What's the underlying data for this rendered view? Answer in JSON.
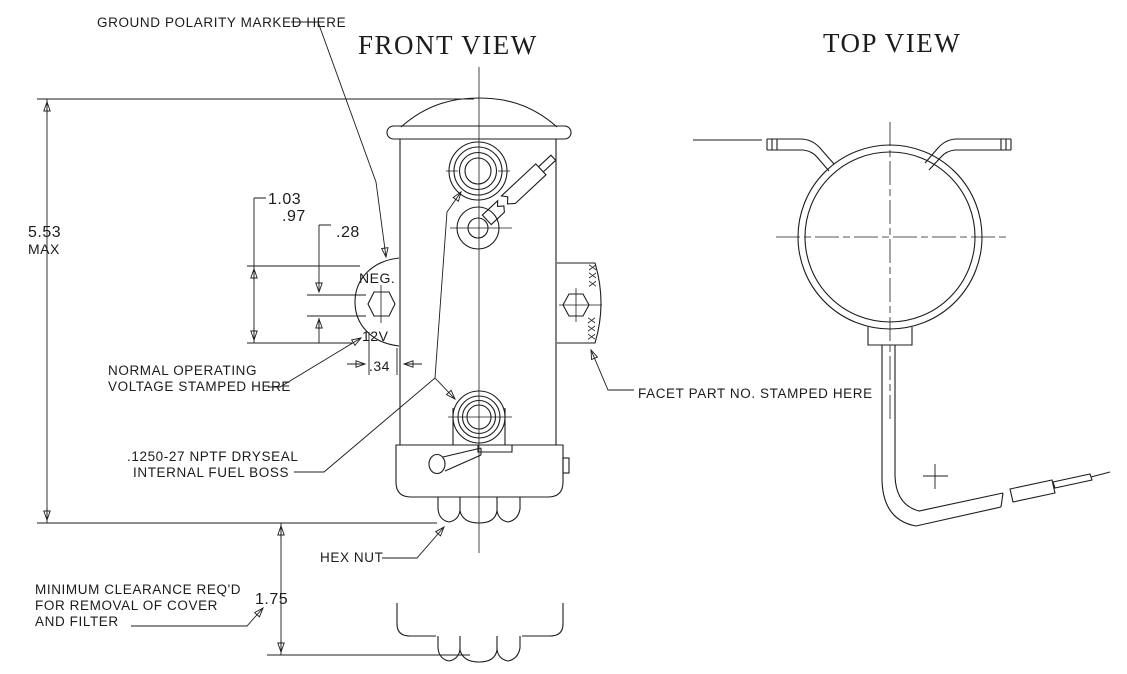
{
  "titles": {
    "front": "FRONT VIEW",
    "top": "TOP VIEW"
  },
  "labels": {
    "ground_polarity": "GROUND POLARITY MARKED HERE",
    "voltage_line1": "NORMAL OPERATING",
    "voltage_line2": "VOLTAGE STAMPED HERE",
    "fuel_boss_line1": ".1250-27 NPTF DRYSEAL",
    "fuel_boss_line2": "INTERNAL FUEL BOSS",
    "hex_nut": "HEX NUT",
    "clearance_line1": "MINIMUM CLEARANCE REQ'D",
    "clearance_line2": "FOR REMOVAL OF COVER",
    "clearance_line3": "AND FILTER",
    "facet_part": "FACET PART NO. STAMPED HERE"
  },
  "stamps": {
    "polarity": "NEG.",
    "voltage": "12V",
    "hatch": "XXX"
  },
  "dims": {
    "overall": "5.53",
    "overall_qual": "MAX",
    "upper": "1.03",
    "lower": ".97",
    "offset": ".28",
    "width": ".34",
    "clearance": "1.75"
  },
  "colors": {
    "line": "#1c1c1c",
    "background": "#ffffff"
  }
}
